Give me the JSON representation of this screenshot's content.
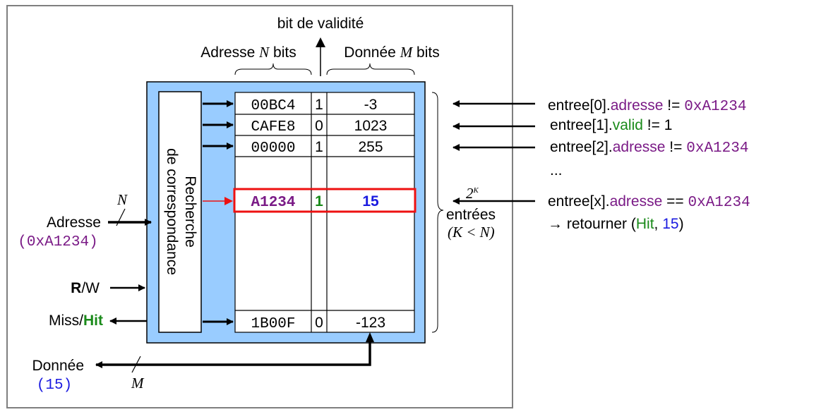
{
  "top_labels": {
    "valid_bit": "bit de validité",
    "address_prefix": "Adresse ",
    "address_var": "N",
    "address_suffix": " bits",
    "data_prefix": "Donnée ",
    "data_var": "M",
    "data_suffix": " bits"
  },
  "matcher_label_line1": "Recherche",
  "matcher_label_line2": "de correspondance",
  "table_rows": [
    {
      "address": "00BC4",
      "valid": "1",
      "data": "-3"
    },
    {
      "address": "CAFE8",
      "valid": "0",
      "data": "1023"
    },
    {
      "address": "00000",
      "valid": "1",
      "data": "255"
    }
  ],
  "hit_row": {
    "address": "A1234",
    "valid": "1",
    "data": "15"
  },
  "last_row": {
    "address": "1B00F",
    "valid": "0",
    "data": "-123"
  },
  "brace": {
    "count_base": "2",
    "count_exp": "K",
    "entries_label": "entrées",
    "constraint": "(K < N)"
  },
  "left_labels": {
    "n_var": "N",
    "address": "Adresse",
    "address_value": "(0xA1234)",
    "rw_bold": "R",
    "rw_rest": "/W",
    "miss": "Miss/",
    "hit": "Hit",
    "data": "Donnée",
    "data_value": "(15)",
    "m_var": "M"
  },
  "comparisons": {
    "line0": {
      "prefix": "entree[0].",
      "field": "adresse",
      "op": " != ",
      "value": "0xA1234"
    },
    "line1": {
      "prefix": "entree[1].",
      "field": "valid",
      "op": " != 1"
    },
    "line2": {
      "prefix": "entree[2].",
      "field": "adresse",
      "op": " != ",
      "value": "0xA1234"
    },
    "ellipsis": "...",
    "linex": {
      "prefix": "entree[x].",
      "field": "adresse",
      "op": " == ",
      "value": "0xA1234"
    },
    "result": {
      "prefix": "→ retourner (",
      "hit": "Hit",
      "sep": ", ",
      "value": "15",
      "suffix": ")"
    }
  },
  "colors": {
    "cache_fill": "#99ccff",
    "hit_border": "#ee1111",
    "purple": "#7a1a86",
    "green": "#1a8a1a",
    "blue": "#1a1ae0"
  }
}
